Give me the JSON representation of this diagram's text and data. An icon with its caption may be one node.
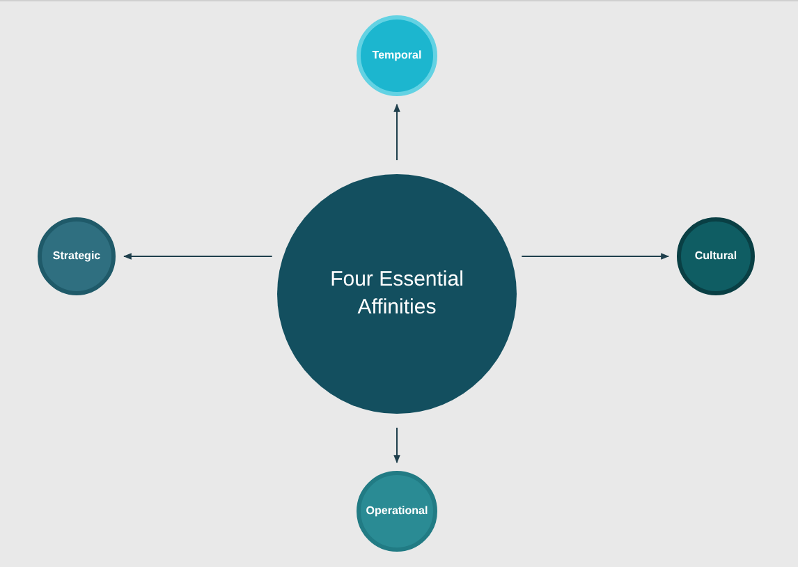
{
  "diagram": {
    "nodes": [
      {
        "text": [
          "Four Essential Affinities"
        ]
      },
      {
        "text": [
          "Temporal"
        ]
      },
      {
        "text": [
          "Strategic"
        ]
      },
      {
        "text": [
          "Cultural"
        ]
      },
      {
        "text": [
          "Operational"
        ]
      }
    ],
    "edges": [
      {
        "from": 0,
        "to": 1,
        "arrow": "to"
      },
      {
        "from": 0,
        "to": 2,
        "arrow": "to"
      },
      {
        "from": 0,
        "to": 3,
        "arrow": "to"
      },
      {
        "from": 0,
        "to": 4,
        "arrow": "to"
      }
    ]
  }
}
